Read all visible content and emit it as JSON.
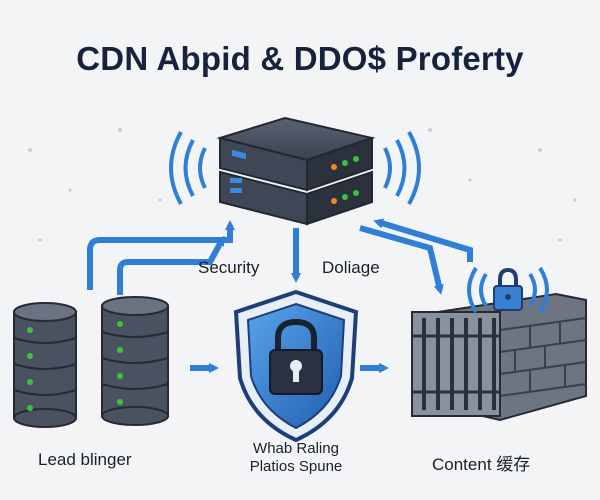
{
  "title": "CDN Abpid & DDO$ Proferty",
  "labels": {
    "security": "Security",
    "doliage": "Doliage",
    "load_balancer": "Lead blinger",
    "shield_line1": "Whab Raling",
    "shield_line2": "Platios Spune",
    "content": "Content 缓存"
  },
  "icons": {
    "top": "server-icon",
    "left": "database-icon",
    "center": "shield-lock-icon",
    "right": "firewall-gate-icon",
    "right_badge": "lock-wifi-icon"
  },
  "colors": {
    "arrow": "#2f7fd6",
    "server_body": "#3a4250",
    "shield": "#3b7fd0",
    "led_green": "#3cc23c"
  }
}
